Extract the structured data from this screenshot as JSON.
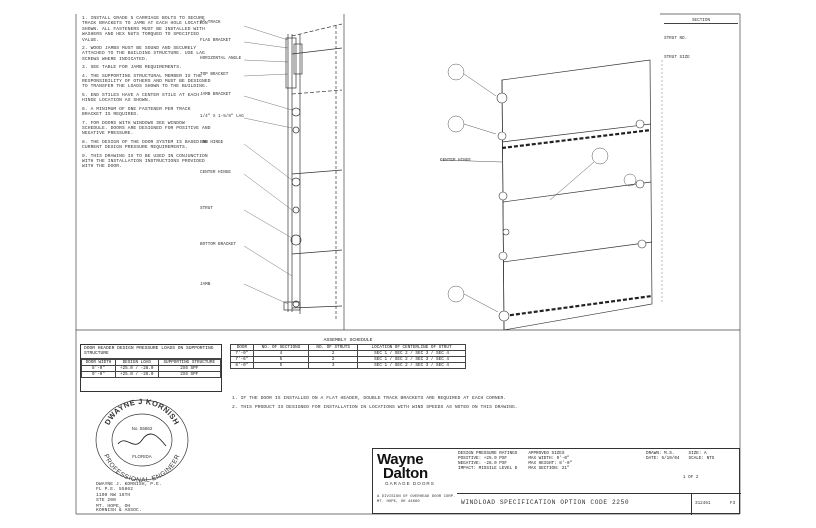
{
  "notes": [
    "1. INSTALL GRADE 5 CARRIAGE BOLTS TO SECURE TRACK BRACKETS TO JAMB AT EACH HOLE LOCATION SHOWN. ALL FASTENERS MUST BE INSTALLED WITH WASHERS AND HEX NUTS TORQUED TO SPECIFIED VALUE.",
    "2. WOOD JAMBS MUST BE SOUND AND SECURELY ATTACHED TO THE BUILDING STRUCTURE. USE LAG SCREWS WHERE INDICATED.",
    "3. SEE TABLE FOR JAMB REQUIREMENTS.",
    "4. THE SUPPORTING STRUCTURAL MEMBER IS THE RESPONSIBILITY OF OTHERS AND MUST BE DESIGNED TO TRANSFER THE LOADS SHOWN TO THE BUILDING.",
    "5. END STILES HAVE A CENTER STILE AT EACH HINGE LOCATION AS SHOWN.",
    "6. A MINIMUM OF ONE FASTENER PER TRACK BRACKET IS REQUIRED.",
    "7. FOR DOORS WITH WINDOWS SEE WINDOW SCHEDULE. DOORS ARE DESIGNED FOR POSITIVE AND NEGATIVE PRESSURE.",
    "8. THE DESIGN OF THE DOOR SYSTEM IS BASED ON CURRENT DESIGN PRESSURE REQUIREMENTS.",
    "9. THIS DRAWING IS TO BE USED IN CONJUNCTION WITH THE INSTALLATION INSTRUCTIONS PROVIDED WITH THE DOOR."
  ],
  "left_labels": [
    "2\" TRACK",
    "FLAG BRACKET",
    "HORIZONTAL ANGLE",
    "TOP BRACKET",
    "JAMB BRACKET",
    "1/4\" X 1-5/8\" LAG",
    "END HINGE",
    "CENTER HINGE",
    "STRUT",
    "BOTTOM BRACKET",
    "JAMB"
  ],
  "center_label": "CENTER HINGE",
  "top_right_labels": [
    "SECTION",
    "STRUT NO.",
    "STRUT SIZE"
  ],
  "load_table": {
    "title": "DOOR HEADER DESIGN PRESSURE LOADS ON SUPPORTING STRUCTURE",
    "rows": [
      [
        "DOOR WIDTH",
        "DESIGN LOAD",
        "SUPPORTING STRUCTURE"
      ],
      [
        "8'-0\"",
        "+25.0 / -28.0",
        "2X6 SPF"
      ],
      [
        "9'-0\"",
        "+25.0 / -28.0",
        "2X6 SPF"
      ]
    ]
  },
  "schedule": {
    "title": "ASSEMBLY SCHEDULE",
    "headers": [
      "DOOR",
      "NO. OF SECTIONS",
      "NO. OF STRUTS",
      "LOCATION OF CENTERLINE OF STRUT"
    ],
    "rows": [
      [
        "7'-0\"",
        "4",
        "2",
        "SEC 1 / SEC 2 / SEC 3 / SEC 4"
      ],
      [
        "7'-6\"",
        "5",
        "2",
        "SEC 1 / SEC 2 / SEC 3 / SEC 4"
      ],
      [
        "8'-0\"",
        "5",
        "3",
        "SEC 1 / SEC 2 / SEC 3 / SEC 4"
      ]
    ]
  },
  "bottom_notes": [
    "1. IF THE DOOR IS INSTALLED ON A FLAT HEADER, DOUBLE TRACK BRACKETS ARE REQUIRED AT EACH CORNER.",
    "2. THIS PRODUCT IS DESIGNED FOR INSTALLATION IN LOCATIONS WITH WIND SPEEDS AS NOTED ON THIS DRAWING."
  ],
  "seal": {
    "name": "DWAYNE J KORNISH",
    "license": "No. 55862",
    "state": "FLORIDA",
    "title": "PROFESSIONAL ENGINEER"
  },
  "engineer": {
    "name": "DWAYNE J. KORNISH, P.E.",
    "license": "FL P.E. 55862",
    "address": [
      "1100 NW 16TH",
      "STE 200",
      "MT. HOPE, OH"
    ],
    "firm": "KORNISH & ASSOC."
  },
  "brand": {
    "name_top": "Wayne",
    "name_bottom": "Dalton",
    "tagline": "GARAGE DOORS",
    "address": [
      "A DIVISION OF OVERHEAD DOOR CORP.",
      "MT. HOPE, OH 44660"
    ]
  },
  "title_block": {
    "rows": [
      [
        "DESIGN PRESSURE RATINGS",
        "APPROVED SIZES"
      ],
      [
        "POSITIVE: +25.0 PSF",
        "MAX WIDTH: 9'-0\""
      ],
      [
        "NEGATIVE: -28.0 PSF",
        "MAX HEIGHT: 8'-0\""
      ],
      [
        "IMPACT: MISSILE LEVEL D",
        "MAX SECTION: 21\""
      ]
    ],
    "right": [
      [
        "DRAWN: M.S.",
        "SIZE: A"
      ],
      [
        "DATE: 5/10/04",
        "SCALE: NTS"
      ]
    ],
    "drawing_title": "WINDLOAD SPECIFICATION OPTION CODE 2250",
    "drawing_no": "312461",
    "rev": "F3",
    "sheet": "1 OF 2"
  }
}
